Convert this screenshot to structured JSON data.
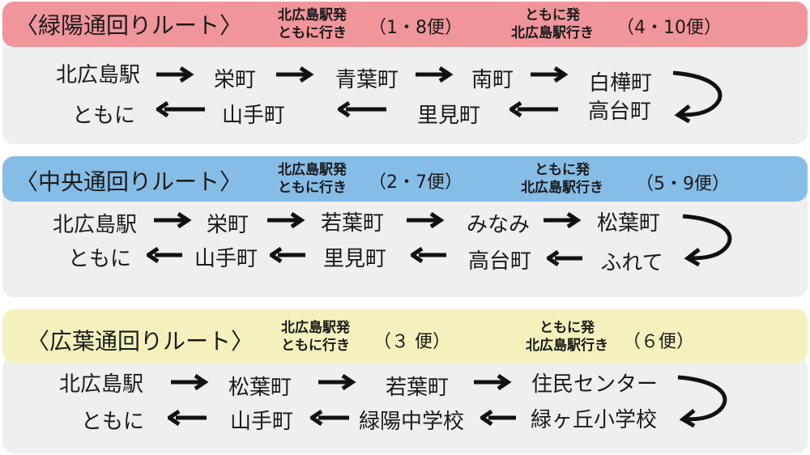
{
  "routes": [
    {
      "title": "〈緑陽通回りルート〉",
      "color": "#f0959b",
      "dir1": {
        "line1": "北広島駅発",
        "line2": "ともに行き",
        "trips": "（1・8便）"
      },
      "dir2": {
        "line1": "ともに発",
        "line2": "北広島駅行き",
        "trips": "（4・10便）"
      },
      "outbound": [
        "北広島駅",
        "栄町",
        "青葉町",
        "南町",
        "白樺町"
      ],
      "inbound": [
        "ともに",
        "山手町",
        "里見町",
        "高台町"
      ]
    },
    {
      "title": "〈中央通回りルート〉",
      "color": "#86bde6",
      "dir1": {
        "line1": "北広島駅発",
        "line2": "ともに行き",
        "trips": "（2・7便）"
      },
      "dir2": {
        "line1": "ともに発",
        "line2": "北広島駅行き",
        "trips": "（5・9便）"
      },
      "outbound": [
        "北広島駅",
        "栄町",
        "若葉町",
        "みなみ",
        "松葉町"
      ],
      "inbound": [
        "ともに",
        "山手町",
        "里見町",
        "高台町",
        "ふれて"
      ]
    },
    {
      "title": "〈広葉通回りルート〉",
      "color": "#f5f1bd",
      "dir1": {
        "line1": "北広島駅発",
        "line2": "ともに行き",
        "trips": "（３ 便）"
      },
      "dir2": {
        "line1": "ともに発",
        "line2": "北広島駅行き",
        "trips": "（６便）"
      },
      "outbound": [
        "北広島駅",
        "松葉町",
        "若葉町",
        "住民センター"
      ],
      "inbound": [
        "ともに",
        "山手町",
        "緑陽中学校",
        "緑ヶ丘小学校"
      ]
    }
  ]
}
